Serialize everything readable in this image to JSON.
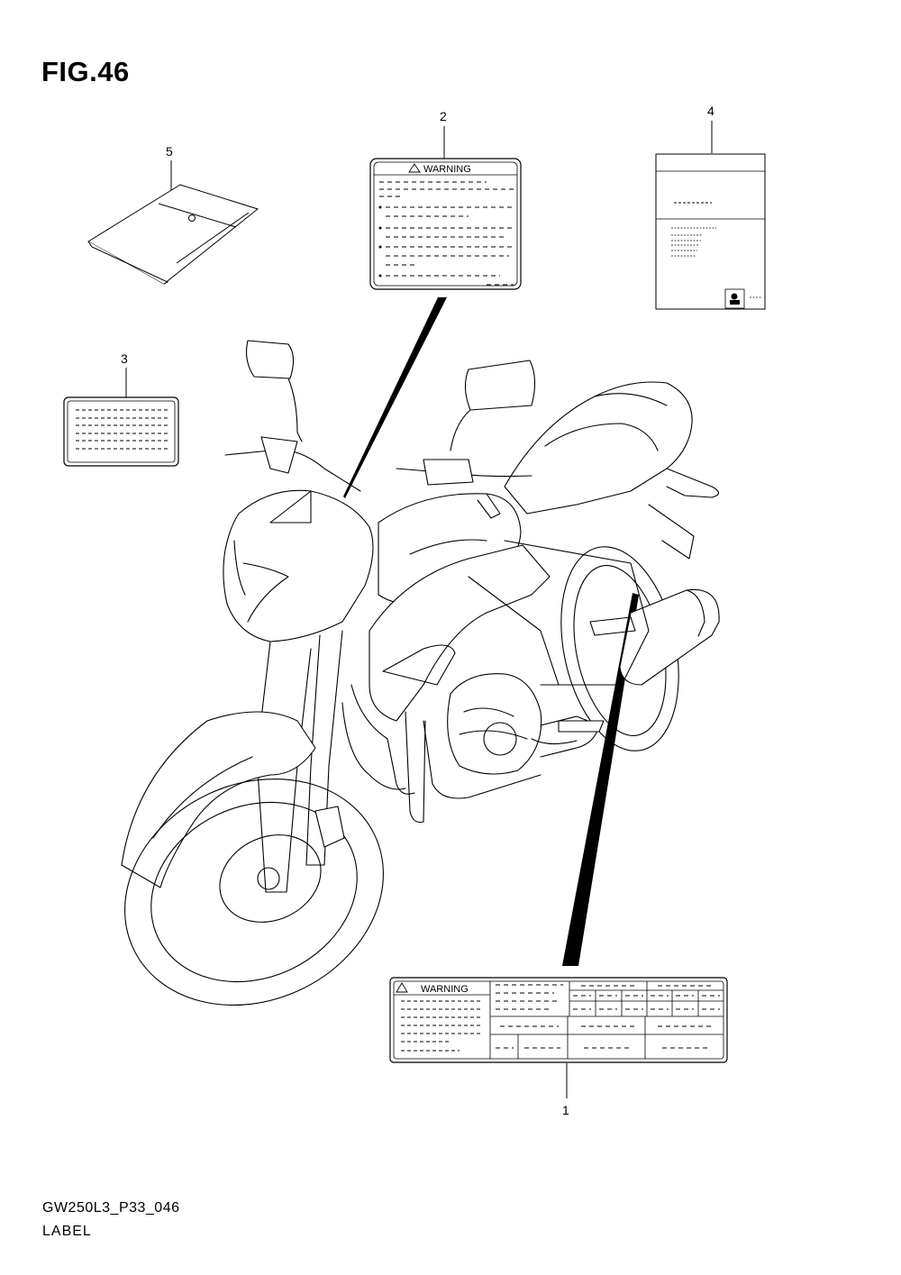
{
  "figure": {
    "title": "FIG.46"
  },
  "callouts": [
    {
      "number": "1"
    },
    {
      "number": "2"
    },
    {
      "number": "3"
    },
    {
      "number": "4"
    },
    {
      "number": "5"
    }
  ],
  "labels": {
    "part2_heading": "WARNING",
    "part1_heading": "WARNING"
  },
  "footer": {
    "code": "GW250L3_P33_046",
    "name": "LABEL"
  }
}
